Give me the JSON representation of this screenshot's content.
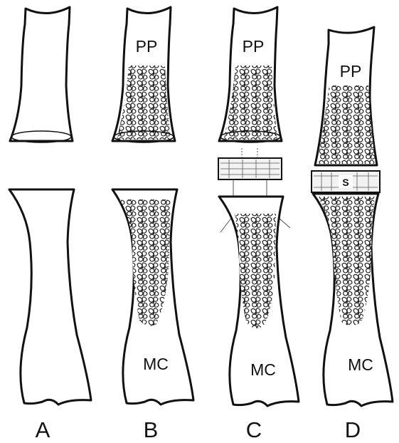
{
  "figure": {
    "panels": [
      {
        "id": "A",
        "label": "A",
        "top_label": "",
        "bottom_label": "",
        "spacer_label": ""
      },
      {
        "id": "B",
        "label": "B",
        "top_label": "PP",
        "bottom_label": "MC",
        "spacer_label": ""
      },
      {
        "id": "C",
        "label": "C",
        "top_label": "PP",
        "bottom_label": "MC",
        "spacer_label": ""
      },
      {
        "id": "D",
        "label": "D",
        "top_label": "PP",
        "bottom_label": "MC",
        "spacer_label": "S"
      }
    ]
  }
}
